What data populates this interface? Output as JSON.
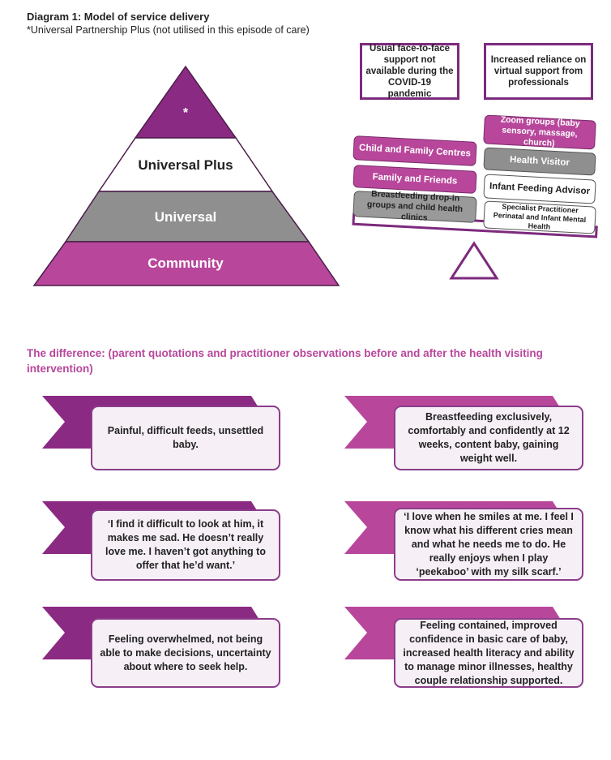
{
  "header": {
    "title": "Diagram 1: Model of service delivery",
    "subtitle": "*Universal Partnership Plus (not utilised in this episode of care)"
  },
  "pyramid": {
    "levels": [
      {
        "label": "*",
        "color": "#8b2a82"
      },
      {
        "label": "Universal Plus",
        "color": "#ffffff"
      },
      {
        "label": "Universal",
        "color": "#8f8f8f"
      },
      {
        "label": "Community",
        "color": "#b8479b"
      }
    ]
  },
  "balance": {
    "top_left_box": "Usual face-to-face support not available during the COVID-19 pandemic",
    "top_right_box": "Increased reliance on virtual support from professionals",
    "left_items": [
      "Child and Family Centres",
      "Family and Friends",
      "Breastfeeding drop-in groups and child health clinics"
    ],
    "right_items": [
      "Zoom groups (baby sensory, massage, church)",
      "Health Visitor",
      "Infant Feeding Advisor",
      "Specialist Practitioner Perinatal and Infant Mental Health"
    ]
  },
  "difference": {
    "heading": "The difference: (parent quotations and practitioner observations before and after the health visiting intervention)",
    "before": [
      "Painful, difficult feeds, unsettled baby.",
      "‘I find it difficult to look at him, it makes me sad. He doesn’t really love me. I haven’t got anything to offer that he’d want.’",
      "Feeling overwhelmed, not being able to make decisions, uncertainty about where to seek help."
    ],
    "after": [
      "Breastfeeding exclusively, comfortably and confidently at 12 weeks, content baby, gaining weight well.",
      "‘I love when he smiles at me. I feel I know what his different cries mean and what he needs me to do. He really enjoys when I play ‘peekaboo’ with my silk scarf.’",
      "Feeling contained, improved confidence in basic care of baby, increased health literacy and ability to manage minor illnesses, healthy couple relationship supported."
    ]
  }
}
